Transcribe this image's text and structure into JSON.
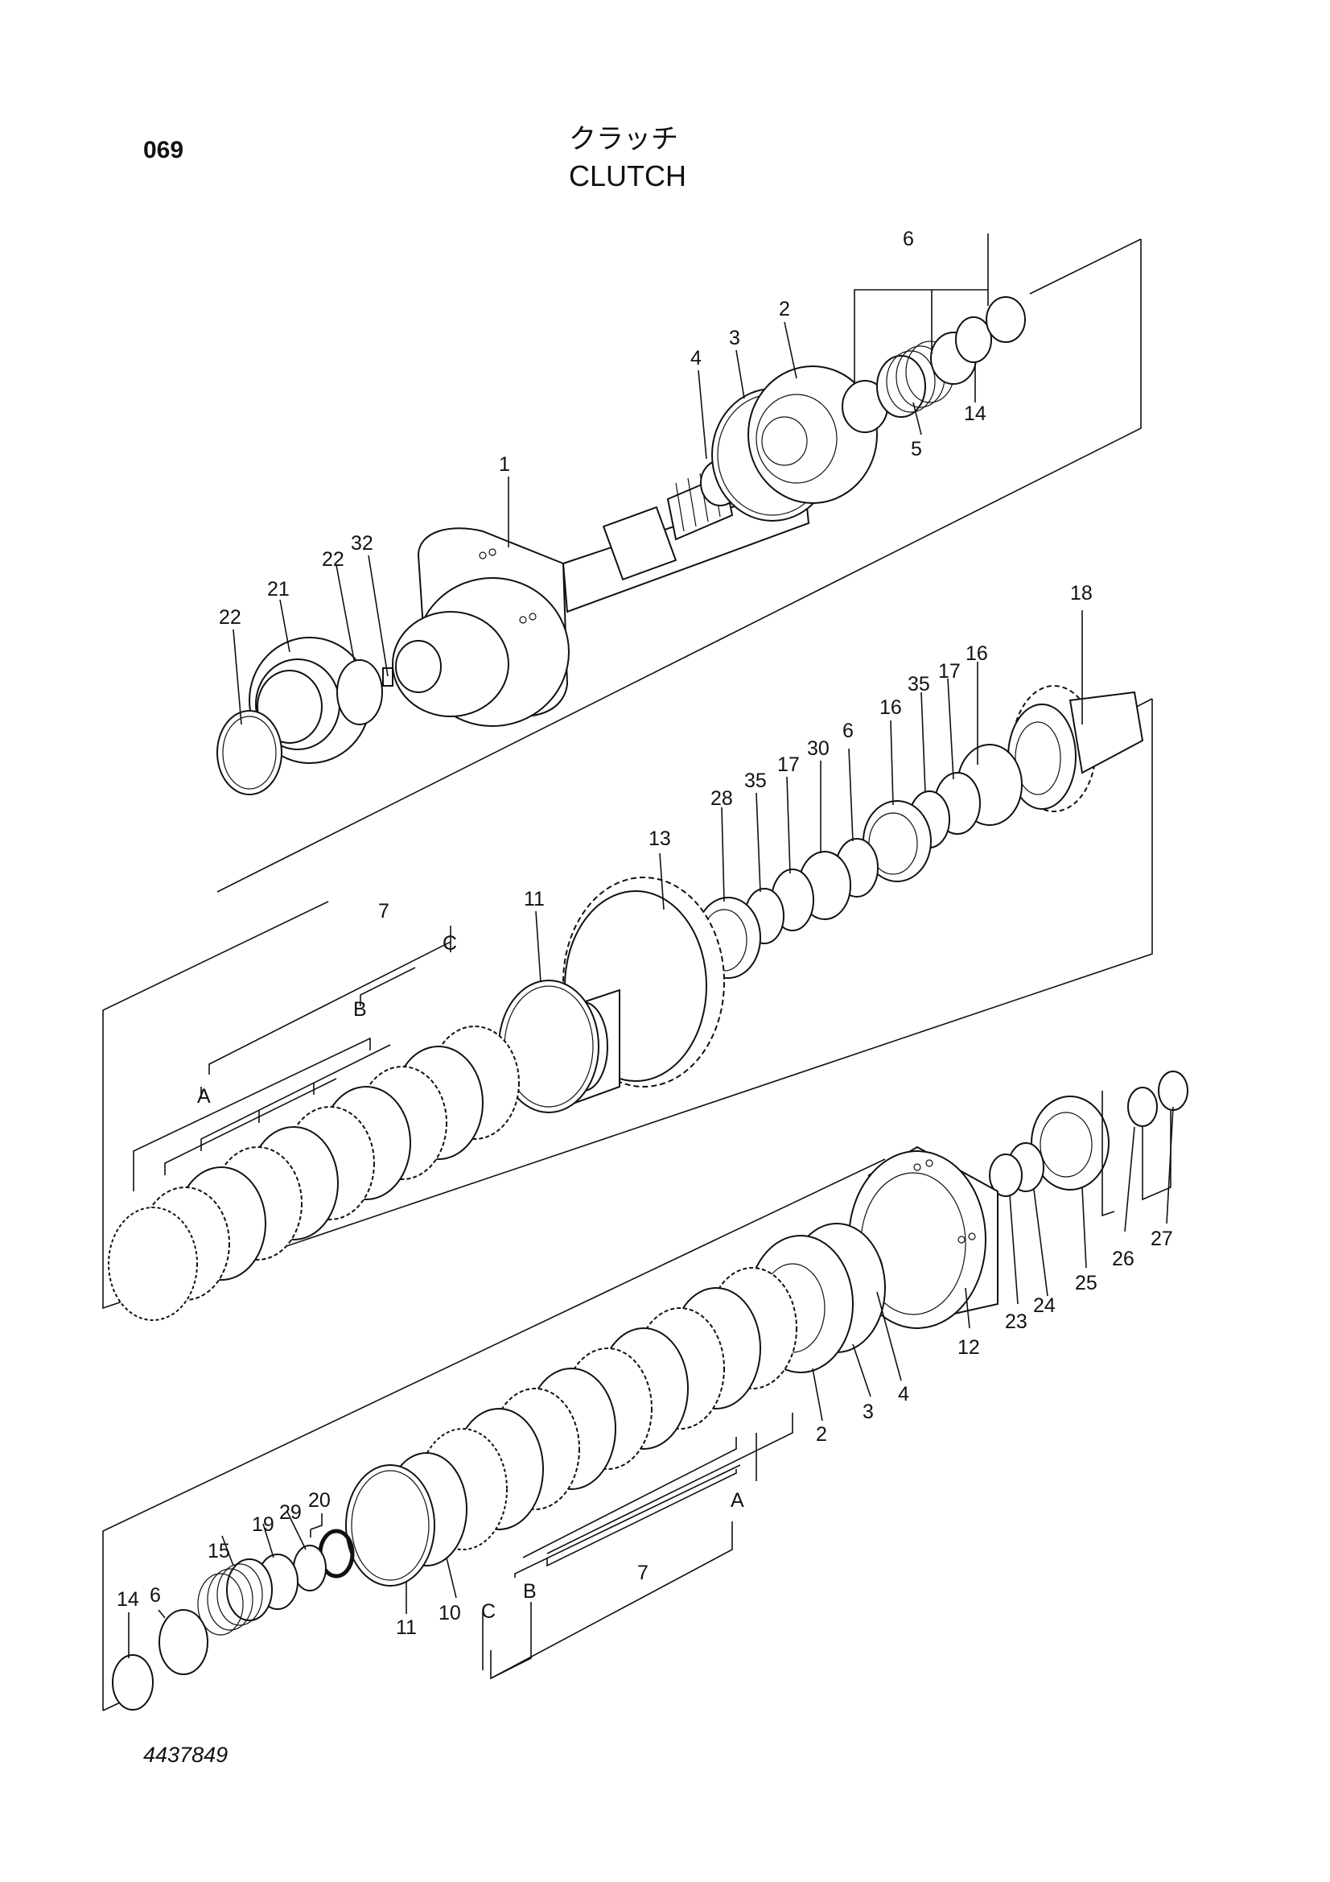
{
  "header": {
    "page_code": "069",
    "title_jp": "クラッチ",
    "title_en": "CLUTCH"
  },
  "footer": {
    "drawing_number": "4437849"
  },
  "callouts": {
    "c_top_6": "6",
    "c_top_2": "2",
    "c_top_3": "3",
    "c_top_4": "4",
    "c_top_14": "14",
    "c_top_5": "5",
    "c_top_1": "1",
    "c_top_32": "32",
    "c_top_22a": "22",
    "c_top_21": "21",
    "c_top_22b": "22",
    "c_mid_18": "18",
    "c_mid_16a": "16",
    "c_mid_17a": "17",
    "c_mid_35a": "35",
    "c_mid_16b": "16",
    "c_mid_6": "6",
    "c_mid_30": "30",
    "c_mid_17b": "17",
    "c_mid_35b": "35",
    "c_mid_28": "28",
    "c_mid_13": "13",
    "c_mid_11": "11",
    "c_mid_7": "7",
    "c_mid_C": "C",
    "c_mid_B": "B",
    "c_mid_A": "A",
    "c_bot_27": "27",
    "c_bot_26": "26",
    "c_bot_25": "25",
    "c_bot_24": "24",
    "c_bot_23": "23",
    "c_bot_12": "12",
    "c_bot_4": "4",
    "c_bot_3": "3",
    "c_bot_2": "2",
    "c_bot_A": "A",
    "c_bot_7": "7",
    "c_bot_B": "B",
    "c_bot_C": "C",
    "c_bot_10": "10",
    "c_bot_11": "11",
    "c_bot_20": "20",
    "c_bot_29": "29",
    "c_bot_19": "19",
    "c_bot_15": "15",
    "c_bot_6": "6",
    "c_bot_14": "14"
  }
}
